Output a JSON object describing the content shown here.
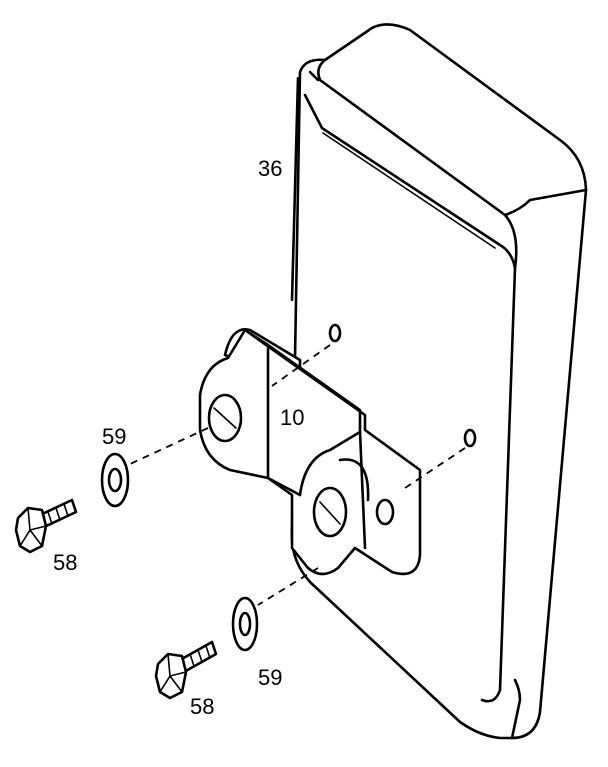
{
  "labels": {
    "housing": "36",
    "bracket": "10",
    "washer_upper": "59",
    "bolt_upper": "58",
    "washer_lower": "59",
    "bolt_lower": "58"
  }
}
